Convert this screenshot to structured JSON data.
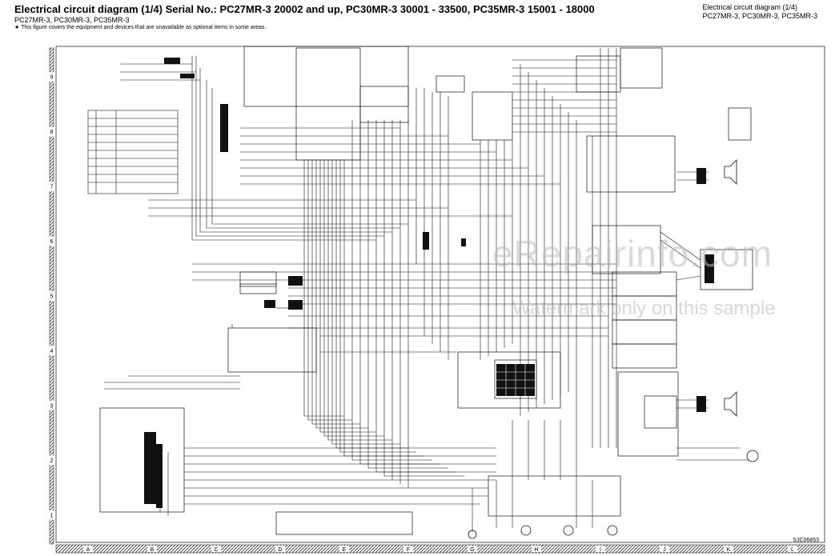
{
  "header": {
    "title": "Electrical circuit diagram (1/4)  Serial No.: PC27MR-3 20002 and up,  PC30MR-3 30001 - 33500, PC35MR-3 15001 - 18000",
    "subtitle": "PC27MR-3, PC30MR-3, PC35MR-3",
    "note": "★   This figure covers the equipment and devices that are unavailable as optional items in some areas.",
    "top_right_line1": "Electrical circuit diagram (1/4)",
    "top_right_line2": "PC27MR-3, PC30MR-3, PC35MR-3"
  },
  "footer": {
    "drawing_no": "SJC06853"
  },
  "watermark": {
    "line1": "eRepairinfo.com",
    "line2": "Watermark only on this sample"
  },
  "ruler": {
    "columns": [
      "A",
      "B",
      "C",
      "D",
      "E",
      "F",
      "G",
      "H",
      "I",
      "J",
      "K",
      "L"
    ],
    "rows": [
      "9",
      "8",
      "7",
      "6",
      "5",
      "4",
      "3",
      "2",
      "1"
    ]
  },
  "colors": {
    "line": "#111111",
    "hatch": "#222222",
    "watermark": "#bdbdbd"
  }
}
